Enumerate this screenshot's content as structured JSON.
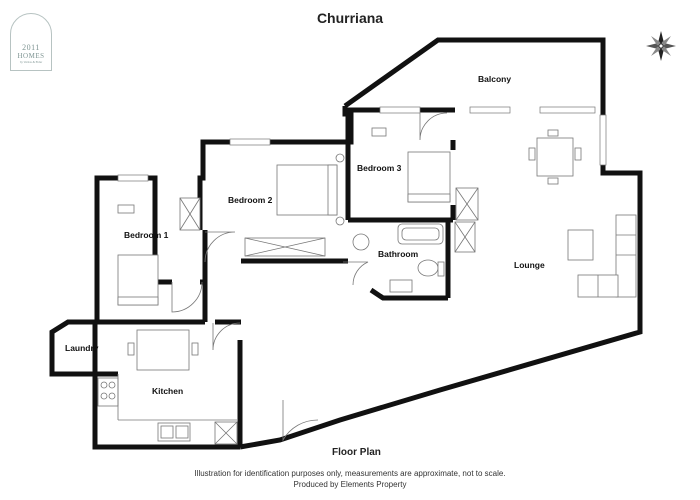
{
  "title": "Churriana",
  "logo": {
    "line1": "2011",
    "line2": "HOMES",
    "line3": "by Veritas & Elder"
  },
  "compass": {
    "label": "north-compass"
  },
  "rooms": {
    "balcony": "Balcony",
    "bedroom1": "Bedroom 1",
    "bedroom2": "Bedroom 2",
    "bedroom3": "Bedroom 3",
    "bathroom": "Bathroom",
    "lounge": "Lounge",
    "laundry": "Laundry",
    "kitchen": "Kitchen"
  },
  "floor_plan_label": "Floor Plan",
  "disclaimer": "Illustration for identification purposes only, measurements are approximate, not to scale.",
  "produced_by": "Produced by Elements Property"
}
